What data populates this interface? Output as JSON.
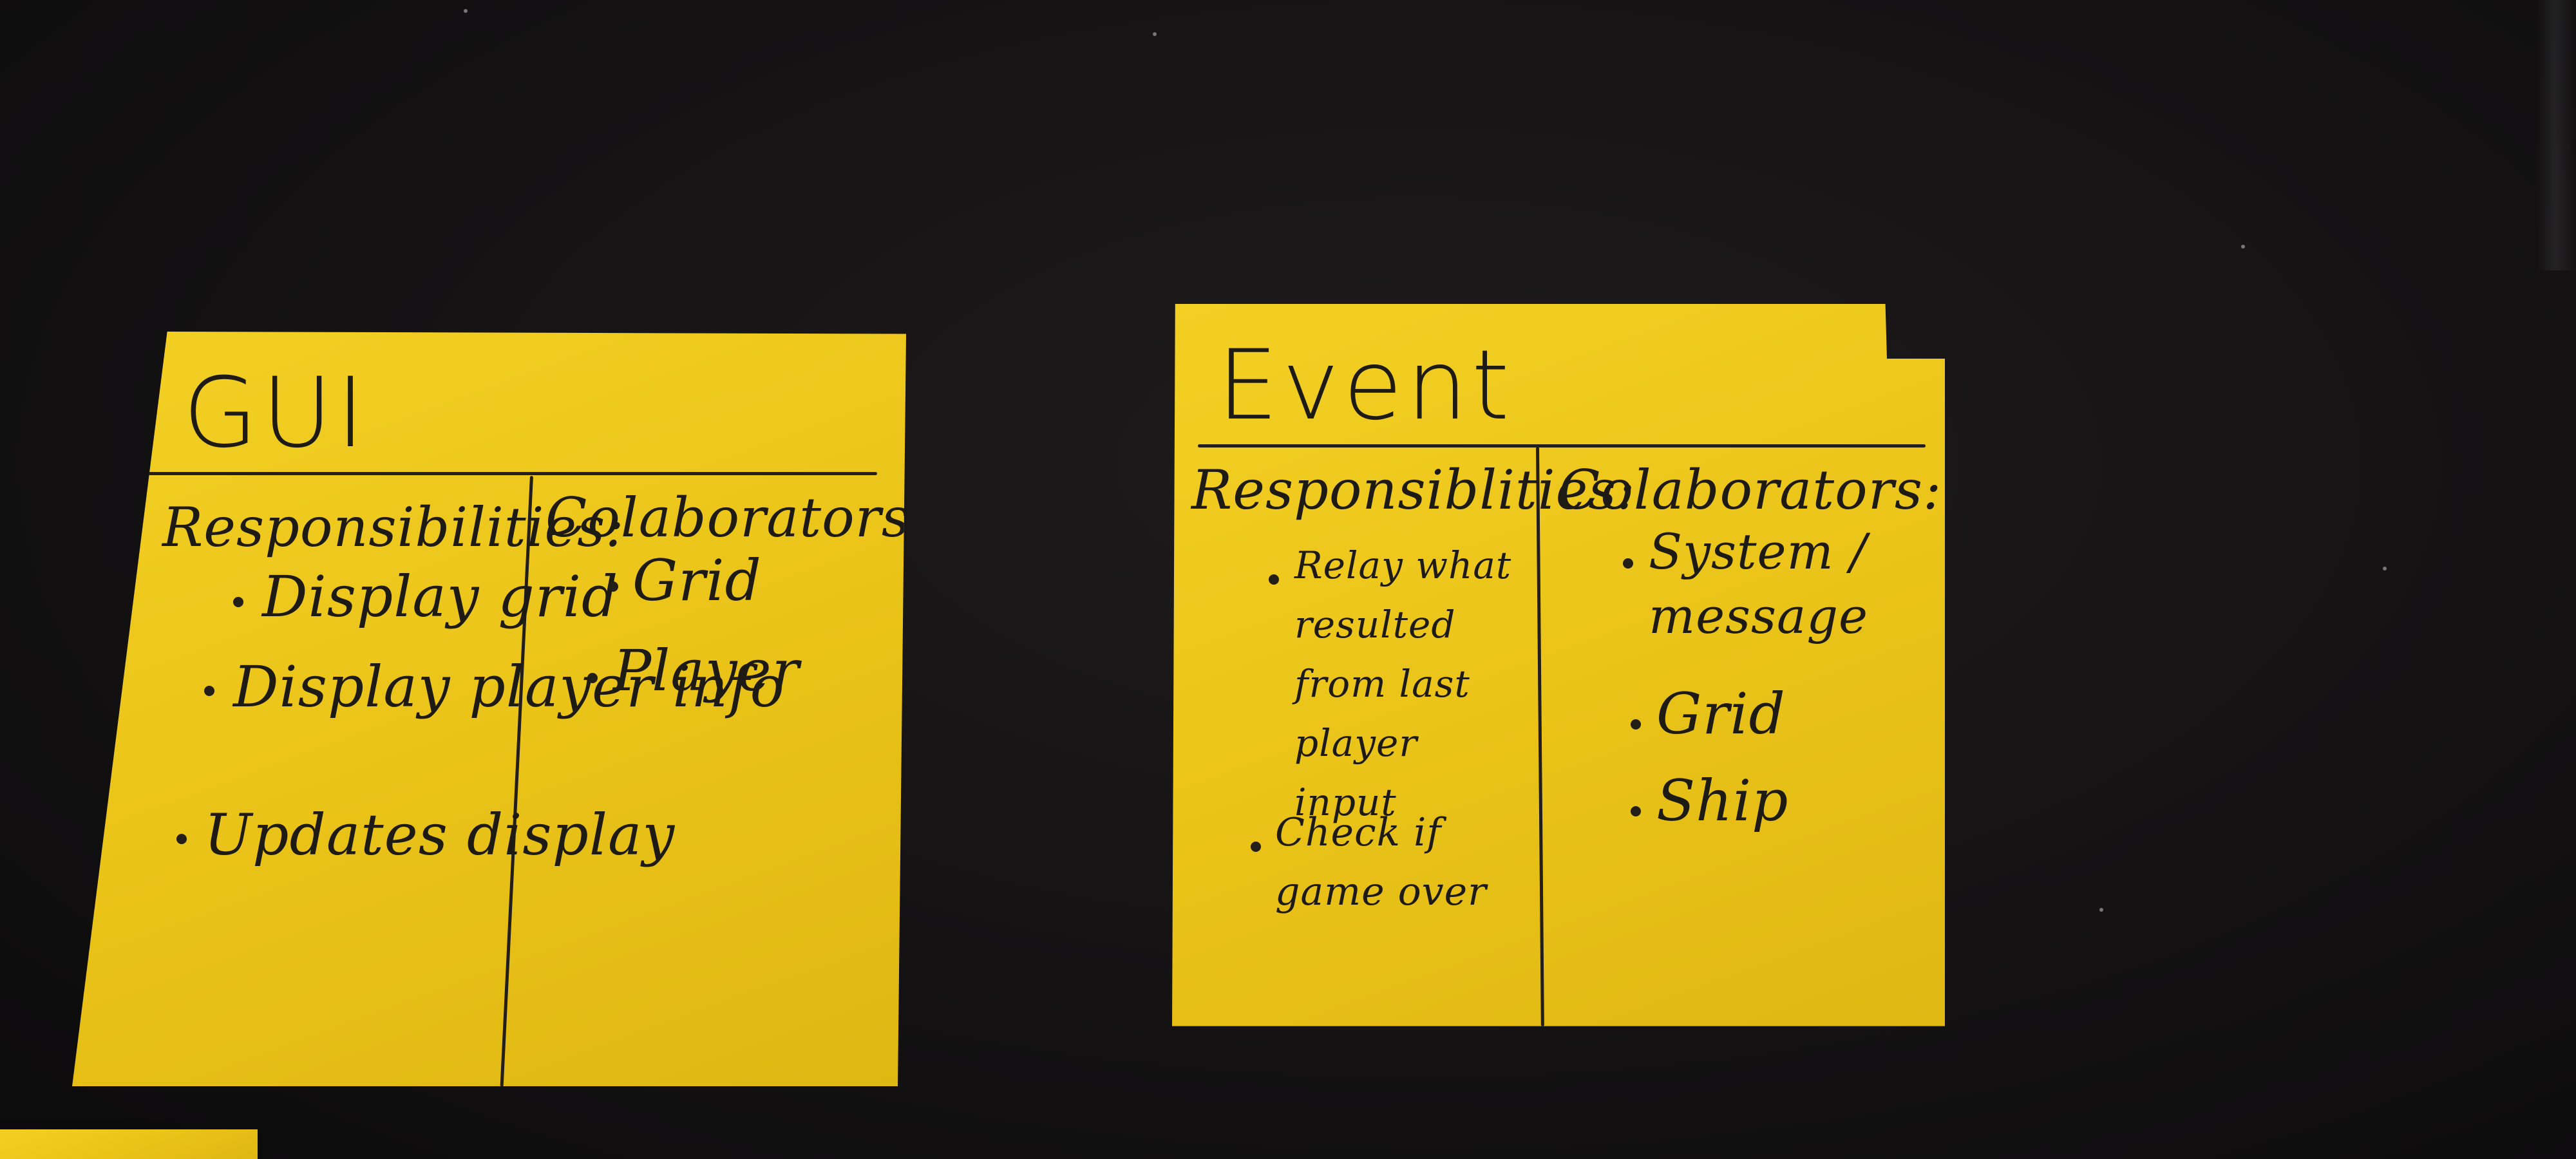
{
  "notes": {
    "gui": {
      "title": "GUI",
      "responsibilities_heading": "Responsibilities:",
      "responsibilities": [
        "Display grid",
        "Display player info",
        "Updates display"
      ],
      "collaborators_heading": "Colaborators:",
      "collaborators": [
        "Grid",
        "Player"
      ]
    },
    "event": {
      "title": "Event",
      "responsibilities_heading": "Responsiblities:",
      "responsibilities": [
        "Relay what resulted from last player input",
        "Check if game over"
      ],
      "collaborators_heading": "Colaborators:",
      "collaborators": [
        "System / message",
        "Grid",
        "Ship"
      ]
    }
  },
  "colors": {
    "note_yellow": "#ecc51a",
    "ink": "#1e1a14",
    "background": "#141213"
  }
}
